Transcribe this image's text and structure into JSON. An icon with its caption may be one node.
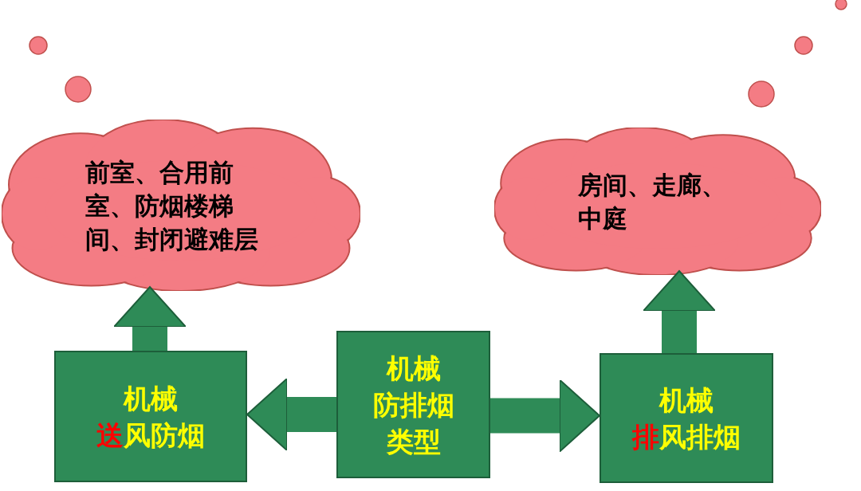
{
  "diagram": {
    "nodes": [
      {
        "text": [
          "前室、合用前室、防烟楼梯间、封闭避难层"
        ]
      },
      {
        "text": [
          "房间、走廊、中庭"
        ]
      },
      {
        "text": [
          "机械",
          "送风防烟"
        ]
      },
      {
        "text": [
          "机械",
          "防排烟",
          "类型"
        ]
      },
      {
        "text": [
          "机械",
          "排风排烟"
        ]
      }
    ],
    "edges": [
      {
        "from": 3,
        "to": 2,
        "arrow": "to"
      },
      {
        "from": 3,
        "to": 4,
        "arrow": "to"
      },
      {
        "from": 2,
        "to": 0,
        "arrow": "to"
      },
      {
        "from": 4,
        "to": 1,
        "arrow": "to"
      }
    ]
  }
}
